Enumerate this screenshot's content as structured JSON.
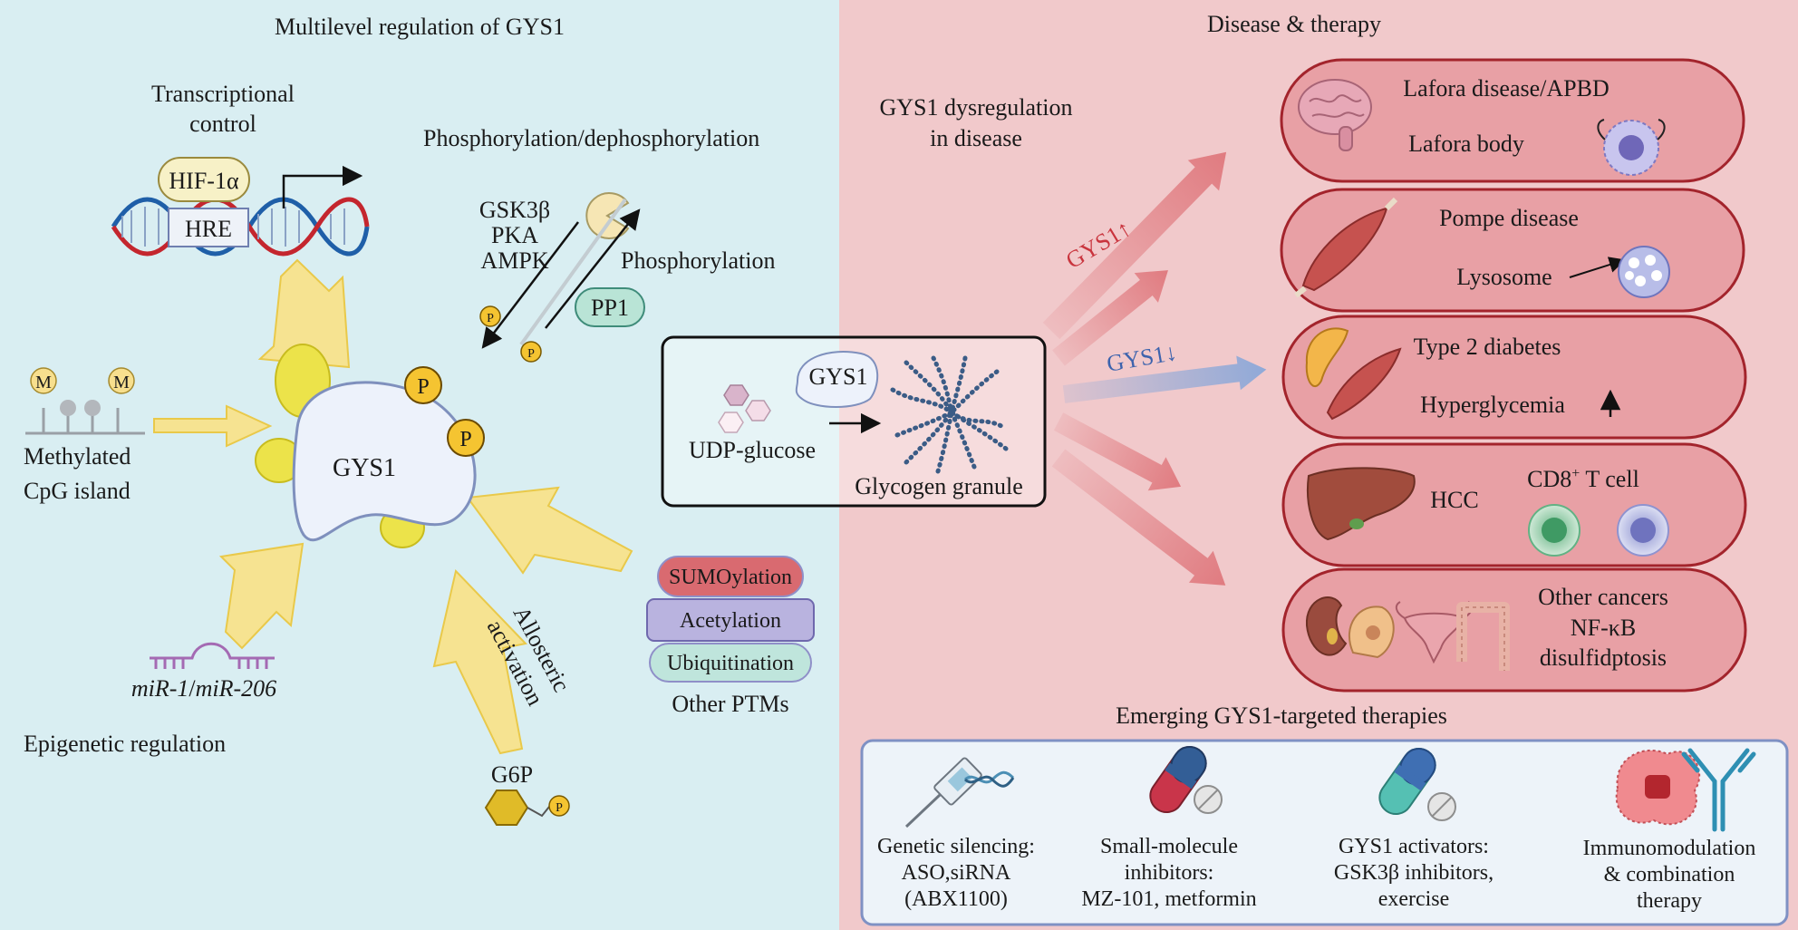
{
  "left_panel": {
    "title": "Multilevel regulation of GYS1",
    "transcription": {
      "label_line1": "Transcriptional",
      "label_line2": "control",
      "factor": "HIF-1α",
      "element": "HRE"
    },
    "phospho": {
      "title": "Phosphorylation/dephosphorylation",
      "kinases": [
        "GSK3β",
        "PKA",
        "AMPK"
      ],
      "arrow_label": "Phosphorylation",
      "phosphatase": "PP1",
      "p_symbol": "P"
    },
    "methylation": {
      "mark": "M",
      "label_line1": "Methylated",
      "label_line2": "CpG island"
    },
    "enzyme": {
      "name": "GYS1",
      "phospho_marks": [
        "P",
        "P"
      ]
    },
    "mirna": {
      "part1": "miR-1",
      "separator": "/",
      "part2": "miR-206"
    },
    "epigenetic_label": "Epigenetic regulation",
    "allosteric": {
      "line1": "Allosteric",
      "line2": "activation",
      "metabolite": "G6P",
      "p_symbol": "P"
    },
    "ptms": {
      "items": [
        "SUMOylation",
        "Acetylation",
        "Ubiquitination"
      ],
      "label": "Other PTMs"
    }
  },
  "center": {
    "substrate": "UDP-glucose",
    "enzyme": "GYS1",
    "product": "Glycogen granule"
  },
  "right_panel": {
    "title": "Disease & therapy",
    "dysregulation_line1": "GYS1 dysregulation",
    "dysregulation_line2": "in disease",
    "up_label": "GYS1↑",
    "down_label": "GYS1↓",
    "diseases": [
      {
        "line1": "Lafora disease/APBD",
        "line2": "Lafora body"
      },
      {
        "line1": "Pompe disease",
        "line2": "Lysosome"
      },
      {
        "line1": "Type 2 diabetes",
        "line2": "Hyperglycemia"
      },
      {
        "line1": "HCC",
        "cell_main": "CD8",
        "cell_sup": "+",
        "cell_rest": " T cell"
      },
      {
        "line1": "Other cancers",
        "line2": "NF-κB",
        "line3": "disulfidptosis"
      }
    ],
    "therapies_title": "Emerging GYS1-targeted therapies",
    "therapies": [
      {
        "line1": "Genetic silencing:",
        "line2": "ASO,siRNA",
        "line3": "(ABX1100)"
      },
      {
        "line1": "Small-molecule",
        "line2": "inhibitors:",
        "line3": "MZ-101, metformin"
      },
      {
        "line1": "GYS1 activators:",
        "line2": "GSK3β inhibitors,",
        "line3": "exercise"
      },
      {
        "line1": "Immunomodulation",
        "line2": "& combination",
        "line3": "therapy"
      }
    ]
  },
  "colors": {
    "left_bg": "#d9eef2",
    "right_bg": "#f1c9cb",
    "arrow_yellow": "#f6e391",
    "arrow_red": "#e07b80",
    "arrow_blue": "#8fa9d8",
    "pill_fill": "#e8a0a5",
    "pill_stroke": "#a3242c",
    "enzyme_fill": "#edf2fb",
    "phospho_fill": "#f5c431"
  }
}
